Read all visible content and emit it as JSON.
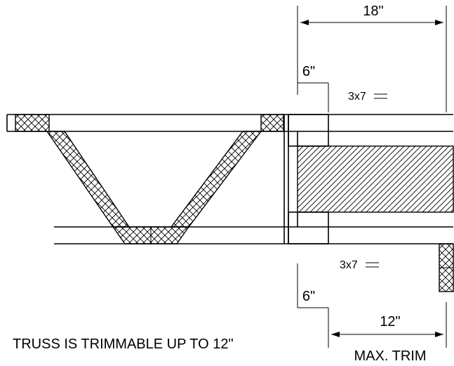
{
  "dimensions": {
    "overall_label": "18\"",
    "top_offset_label": "6\"",
    "bottom_offset_label": "6\"",
    "trim_label": "12\"",
    "trim_caption": "MAX. TRIM"
  },
  "plates": {
    "top_label": "3x7",
    "bottom_label": "3x7"
  },
  "note": "TRUSS IS TRIMMABLE UP TO 12\""
}
